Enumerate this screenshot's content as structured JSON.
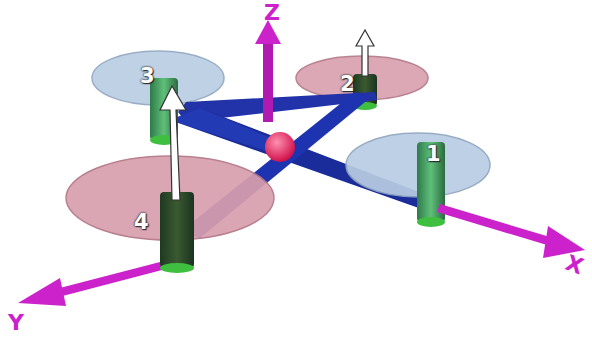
{
  "diagram": {
    "labels": [
      "Z",
      "3",
      "2",
      "1",
      "4",
      "Y",
      "X"
    ]
  }
}
